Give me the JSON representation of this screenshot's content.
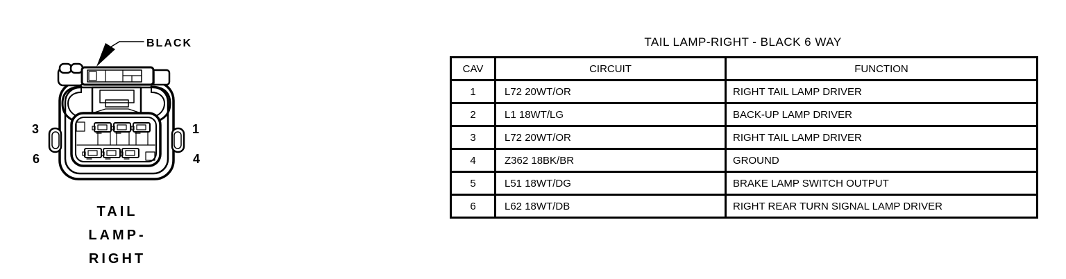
{
  "connector": {
    "color_label": "BLACK",
    "caption_lines": [
      "TAIL",
      "LAMP-",
      "RIGHT"
    ],
    "pin_labels": {
      "top_left": "3",
      "bottom_left": "6",
      "top_right": "1",
      "bottom_right": "4"
    }
  },
  "table": {
    "title": "TAIL LAMP-RIGHT - BLACK 6 WAY",
    "columns": [
      "CAV",
      "CIRCUIT",
      "FUNCTION"
    ],
    "rows": [
      {
        "cav": "1",
        "circuit": "L72 20WT/OR",
        "function": "RIGHT TAIL LAMP DRIVER"
      },
      {
        "cav": "2",
        "circuit": "L1 18WT/LG",
        "function": "BACK-UP LAMP DRIVER"
      },
      {
        "cav": "3",
        "circuit": "L72 20WT/OR",
        "function": "RIGHT TAIL LAMP DRIVER"
      },
      {
        "cav": "4",
        "circuit": "Z362 18BK/BR",
        "function": "GROUND"
      },
      {
        "cav": "5",
        "circuit": "L51 18WT/DG",
        "function": "BRAKE LAMP SWITCH OUTPUT"
      },
      {
        "cav": "6",
        "circuit": "L62 18WT/DB",
        "function": "RIGHT REAR TURN SIGNAL LAMP DRIVER"
      }
    ]
  },
  "colors": {
    "ink": "#000000",
    "background": "#ffffff"
  }
}
